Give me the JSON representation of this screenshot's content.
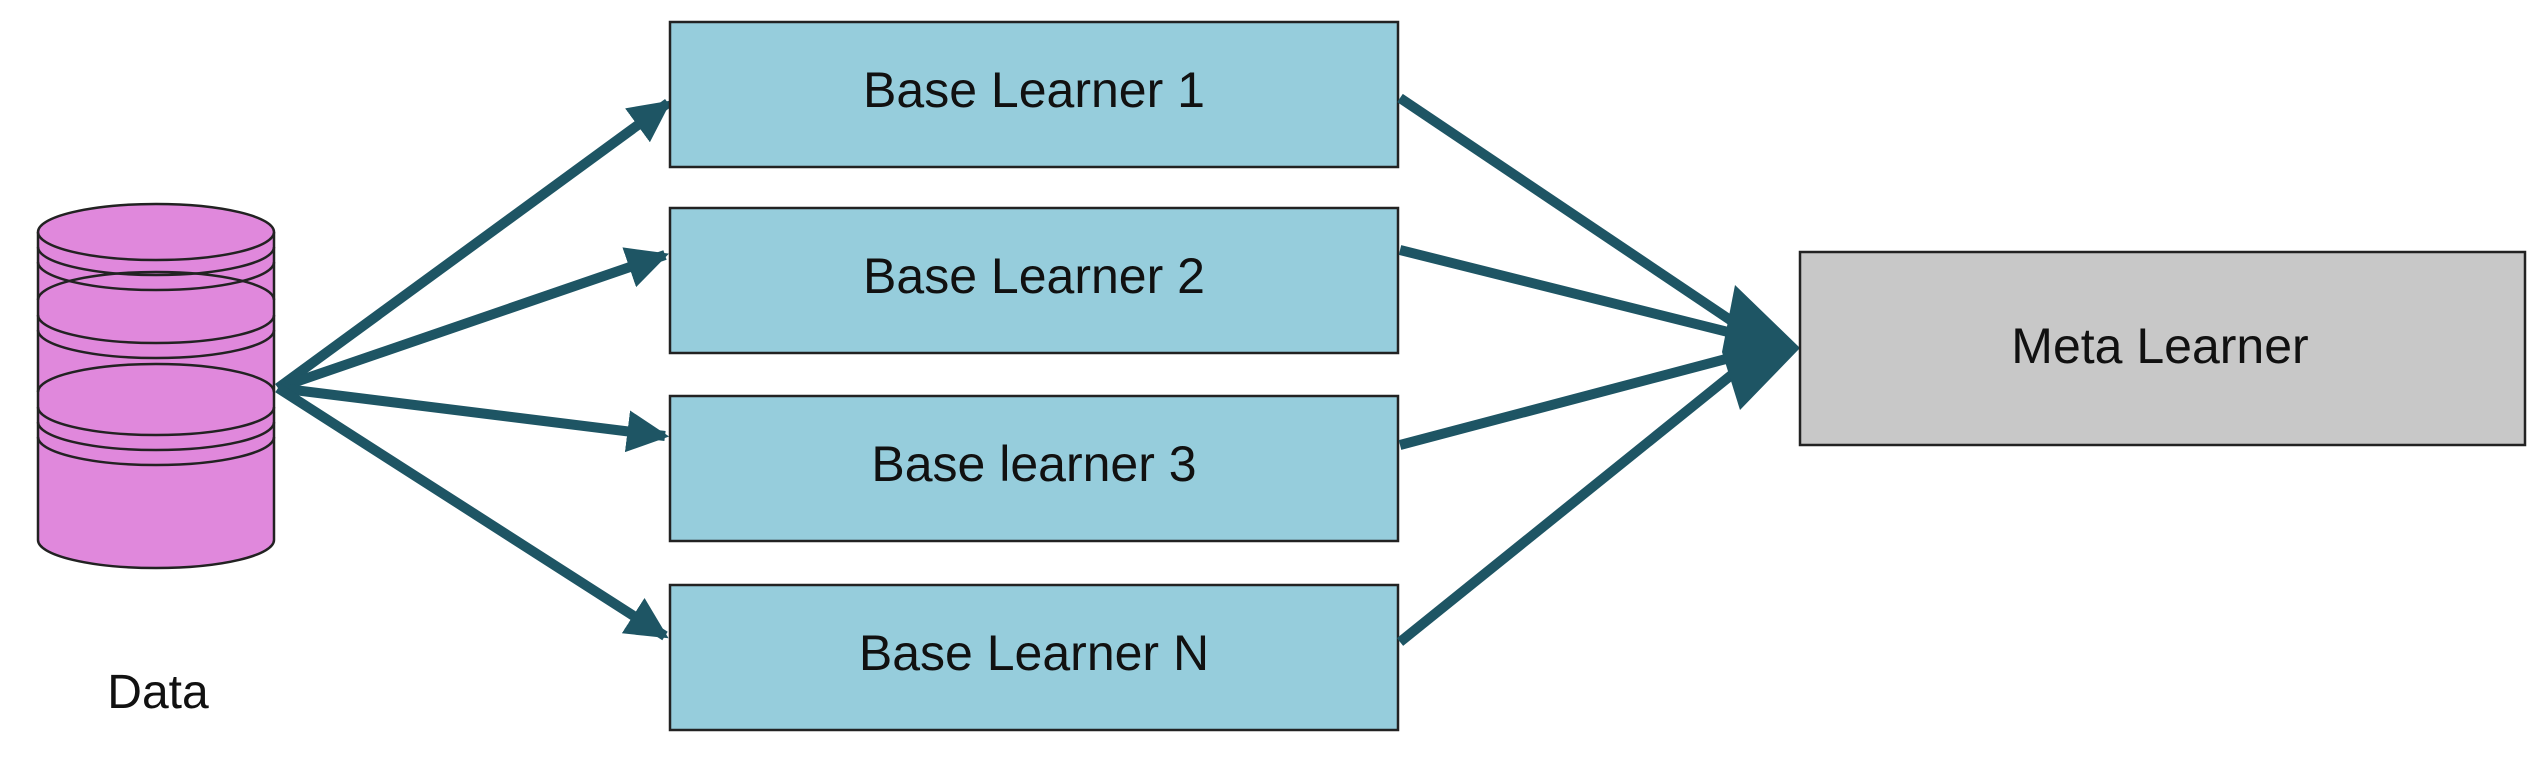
{
  "diagram": {
    "data_label": "Data",
    "base_learners": [
      {
        "label": "Base Learner 1"
      },
      {
        "label": "Base Learner 2"
      },
      {
        "label": "Base learner 3"
      },
      {
        "label": "Base Learner N"
      }
    ],
    "meta_learner": {
      "label": "Meta Learner"
    },
    "colors": {
      "base_box_fill": "#96CDDC",
      "meta_box_fill": "#C8C8C8",
      "arrow": "#1E5564",
      "cylinder_fill": "#E088DC",
      "box_stroke": "#222222"
    }
  }
}
